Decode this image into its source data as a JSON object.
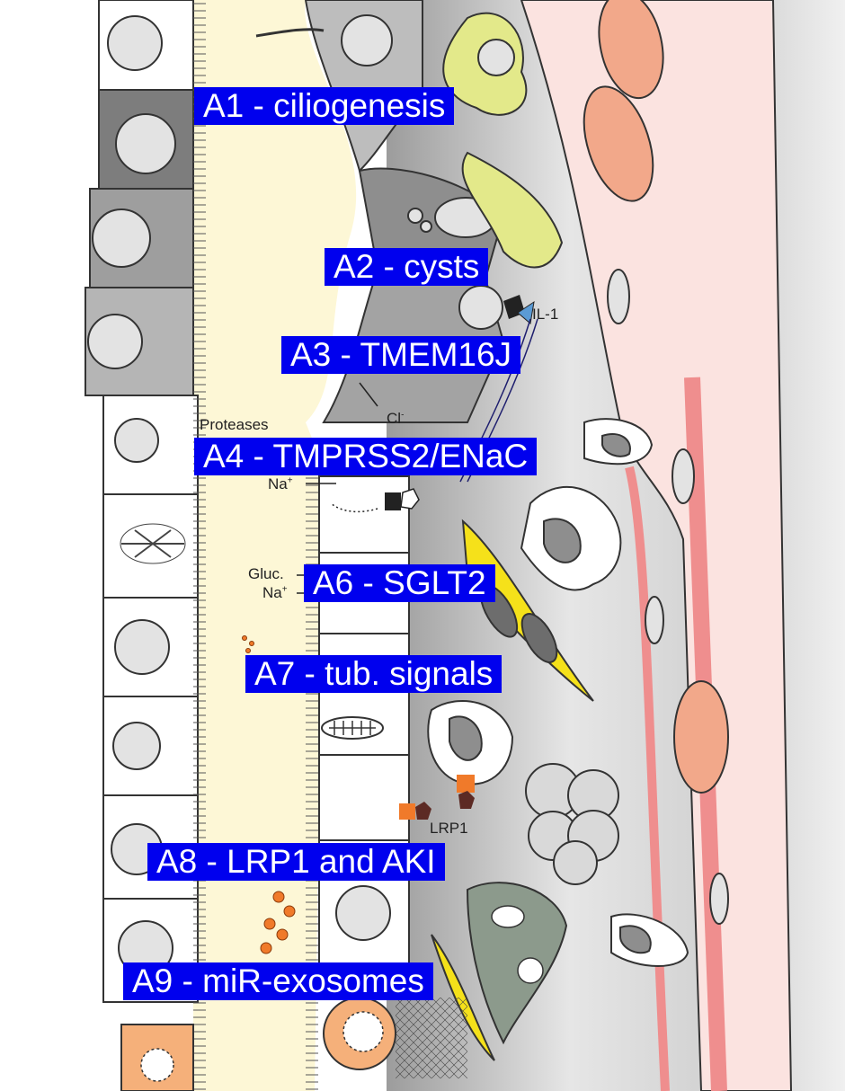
{
  "labels": {
    "a1": "A1 - ciliogenesis",
    "a2": "A2 - cysts",
    "a3": "A3 - TMEM16J",
    "a4": "A4 - TMPRSS2/ENaC",
    "a6": "A6 - SGLT2",
    "a7": "A7 - tub. signals",
    "a8": "A8 - LRP1 and AKI",
    "a9": "A9 - miR-exosomes"
  },
  "annotations": {
    "il1": "IL-1",
    "cl": "Cl",
    "cl_sup": "-",
    "proteases": "Proteases",
    "na_top": "Na",
    "na_top_sup": "+",
    "gluc": "Gluc.",
    "na_bottom": "Na",
    "na_bottom_sup": "+",
    "lrp1": "LRP1"
  },
  "colors": {
    "label_background": "#0000ee",
    "label_text": "#ffffff",
    "lumen": "#fdf7d6",
    "interstitium": "#c9c9c9",
    "erythrocyte": "#f2a88a",
    "capillary_wall": "#f7c9c4",
    "fibroblast": "#f5e11a",
    "pericyte": "#e3e98a",
    "immune_cell": "#ffffff",
    "fibrotic_cell": "#8c9a8c",
    "exosome": "#f07a2a"
  }
}
